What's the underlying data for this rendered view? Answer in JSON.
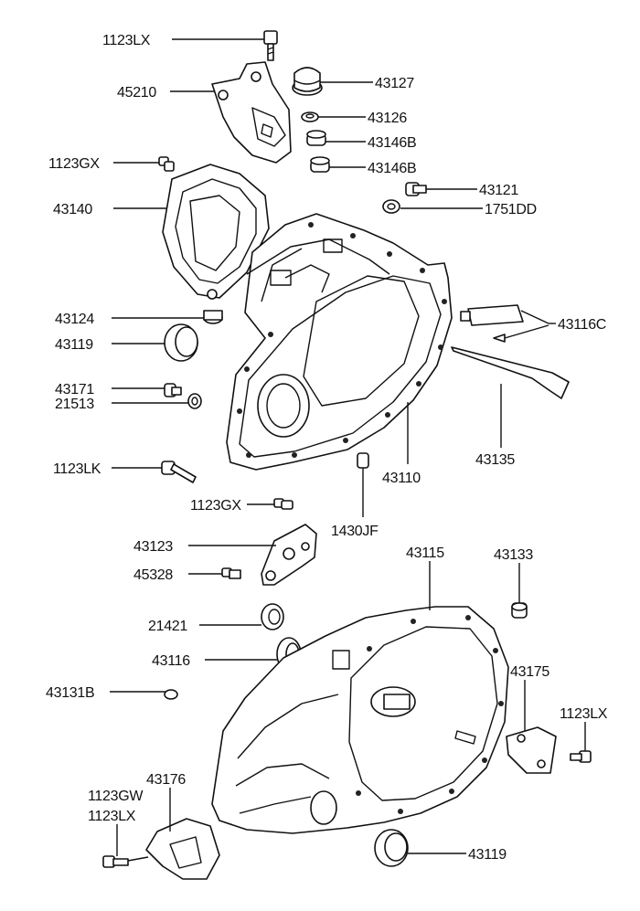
{
  "labels": {
    "p1123lx_top": "1123LX",
    "p45210": "45210",
    "p43127": "43127",
    "p43126": "43126",
    "p43146b_1": "43146B",
    "p43146b_2": "43146B",
    "p1123gx_top": "1123GX",
    "p43121": "43121",
    "p43140": "43140",
    "p1751dd": "1751DD",
    "p43124": "43124",
    "p43116c": "43116C",
    "p43119_top": "43119",
    "p43171": "43171",
    "p21513": "21513",
    "p43135": "43135",
    "p1123lk": "1123LK",
    "p43110": "43110",
    "p1123gx_mid": "1123GX",
    "p1430jf": "1430JF",
    "p43123": "43123",
    "p45328": "45328",
    "p43115": "43115",
    "p43133": "43133",
    "p21421": "21421",
    "p43116": "43116",
    "p43175": "43175",
    "p43131b": "43131B",
    "p1123lx_right": "1123LX",
    "p1123gw": "1123GW",
    "p1123lx_bottom": "1123LX",
    "p43176": "43176",
    "p43119_bottom": "43119"
  }
}
